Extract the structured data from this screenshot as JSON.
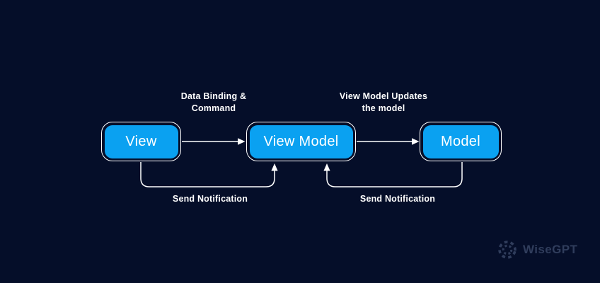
{
  "diagram": {
    "type": "architecture-flow",
    "pattern": "MVVM",
    "nodes": [
      {
        "id": "view",
        "label": "View"
      },
      {
        "id": "view-model",
        "label": "View Model"
      },
      {
        "id": "model",
        "label": "Model"
      }
    ],
    "edges": [
      {
        "from": "view",
        "to": "view-model",
        "direction": "right",
        "label": "Data Binding &\nCommand"
      },
      {
        "from": "view-model",
        "to": "model",
        "direction": "right",
        "label": "View Model Updates\nthe model"
      },
      {
        "from": "view",
        "to": "view-model",
        "direction": "curved-up",
        "label": "Send Notification"
      },
      {
        "from": "model",
        "to": "view-model",
        "direction": "curved-up",
        "label": "Send Notification"
      }
    ],
    "colors": {
      "background": "#050E29",
      "node_fill": "#0AA1F1",
      "node_border": "#FFFFFF",
      "connector": "#FFFFFF",
      "label_text": "#FFFFFF"
    }
  },
  "branding": {
    "logo_text": "WiseGPT",
    "logo_color": "#303D5C"
  }
}
